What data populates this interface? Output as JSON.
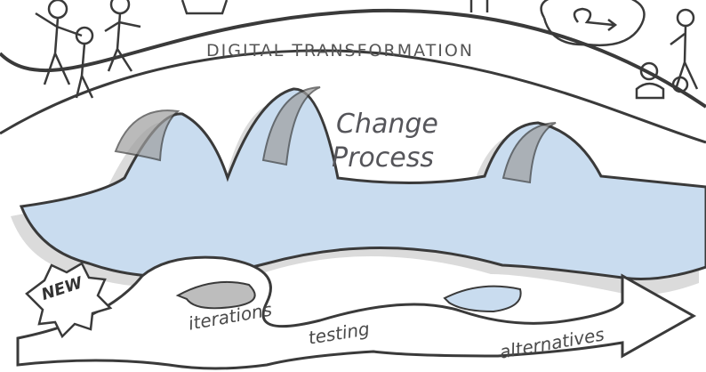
{
  "banner": {
    "text": "DIGITAL TRANSFORMATION"
  },
  "center": {
    "line1": "Change",
    "line2": "Process"
  },
  "badge": {
    "text": "NEW"
  },
  "labels": {
    "iterations": "iterations",
    "testing": "testing",
    "alternatives": "alternatives"
  },
  "colors": {
    "water": "#c9dcef",
    "water_dark": "#b5cde6",
    "ink": "#3a3a3a",
    "shadow": "#bdbdbd"
  }
}
